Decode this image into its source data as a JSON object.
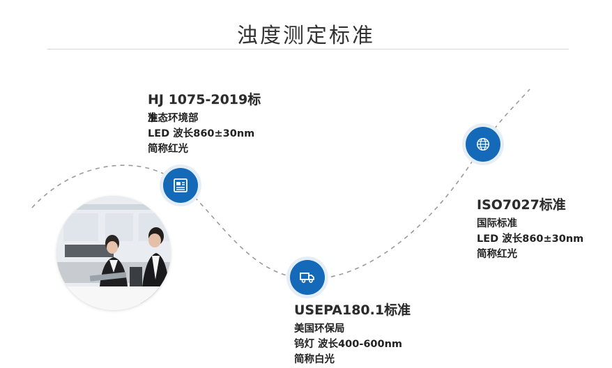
{
  "header": {
    "title": "浊度测定标准"
  },
  "standards": [
    {
      "title": "HJ 1075-2019标",
      "lines": [
        "准",
        "生态环境部",
        "LED 波长860±30nm",
        "简称红光"
      ],
      "icon": "document-icon"
    },
    {
      "title": "USEPA180.1标准",
      "lines": [
        "美国环保局",
        "钨灯 波长400-600nm",
        "简称白光"
      ],
      "icon": "truck-icon"
    },
    {
      "title": "ISO7027标准",
      "lines": [
        "国际标准",
        "LED 波长860±30nm",
        "简称红光"
      ],
      "icon": "globe-icon"
    }
  ],
  "colors": {
    "accent": "#1469b8",
    "curve": "#9a9a9a"
  },
  "photo": {
    "subject": "office-workers-photo"
  }
}
